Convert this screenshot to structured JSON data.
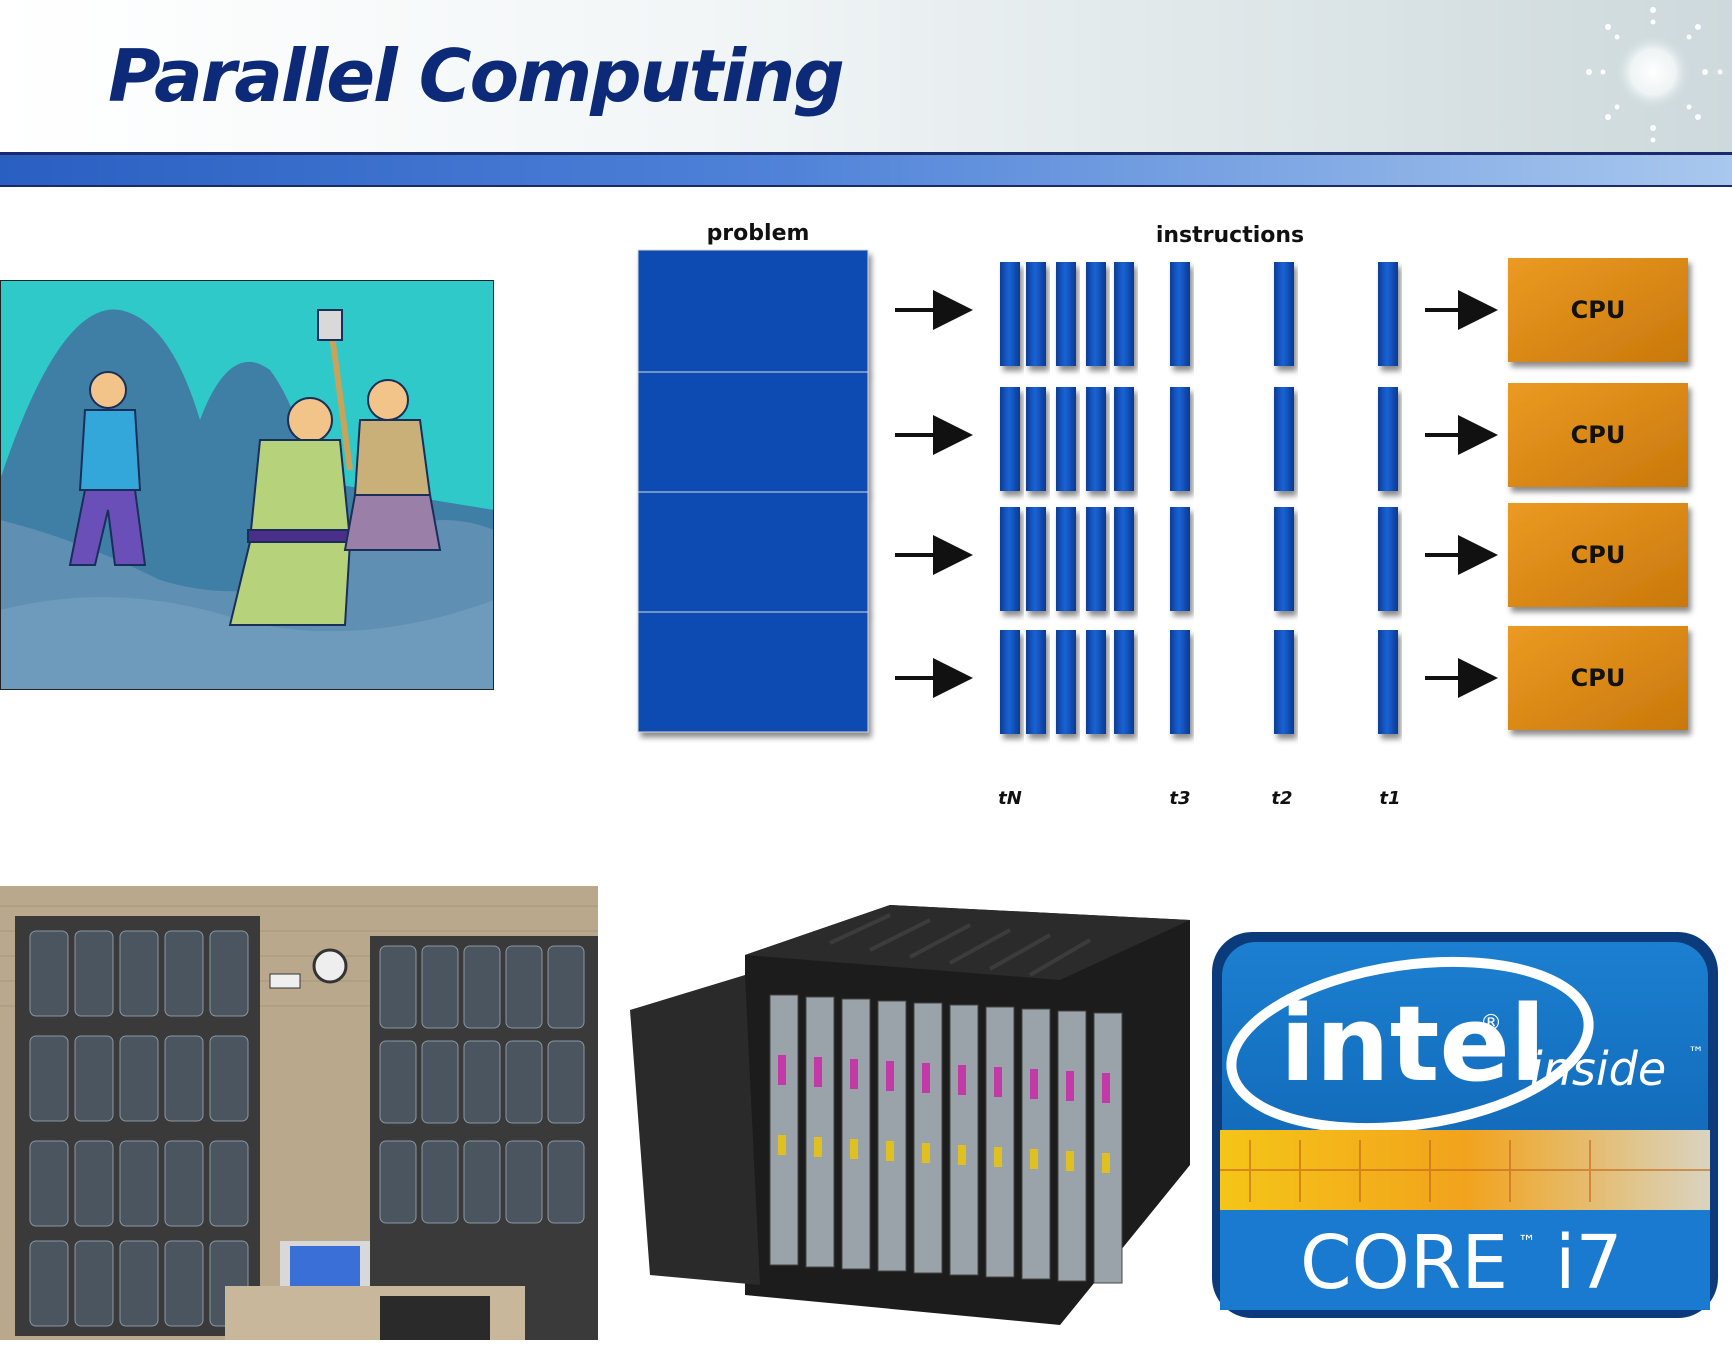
{
  "slide": {
    "title": "Parallel Computing"
  },
  "diagram": {
    "problem_label": "problem",
    "instructions_label": "instructions",
    "cpu_label": "CPU",
    "rows": 4,
    "time_labels": [
      "tN",
      "t3",
      "t2",
      "t1"
    ],
    "colors": {
      "block": "#0a4bb3",
      "cpu": "#e08a12",
      "arrow": "#111111"
    }
  },
  "images": {
    "cartoon": {
      "subject": "cartoon-miners-digging-mountain"
    },
    "cluster": {
      "subject": "computer-cluster-shelves-photo"
    },
    "blade_server": {
      "subject": "blade-server-chassis-photo"
    },
    "intel_badge": {
      "brand": "intel",
      "tagline": "inside",
      "product": "CORE",
      "model": "i7",
      "tm": "™",
      "reg": "®"
    }
  }
}
